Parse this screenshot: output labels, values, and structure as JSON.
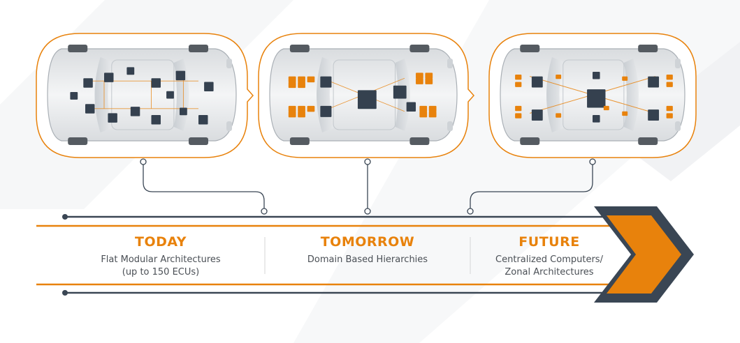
{
  "colors": {
    "accent_orange": "#e8820c",
    "navy": "#3a4654",
    "module_dark": "#35414f",
    "text_gray": "#4a4f55",
    "divider": "#d6d6d6"
  },
  "stages": [
    {
      "title": "TODAY",
      "desc_line1": "Flat Modular Architectures",
      "desc_line2": "(up to 150 ECUs)",
      "car_icon": "car-topview-icon"
    },
    {
      "title": "TOMORROW",
      "desc_line1": "Domain Based Hierarchies",
      "desc_line2": "",
      "car_icon": "car-topview-icon"
    },
    {
      "title": "FUTURE",
      "desc_line1": "Centralized Computers/",
      "desc_line2": "Zonal Architectures",
      "car_icon": "car-topview-icon"
    }
  ],
  "arrow_icon": "chevron-right-arrow-icon"
}
